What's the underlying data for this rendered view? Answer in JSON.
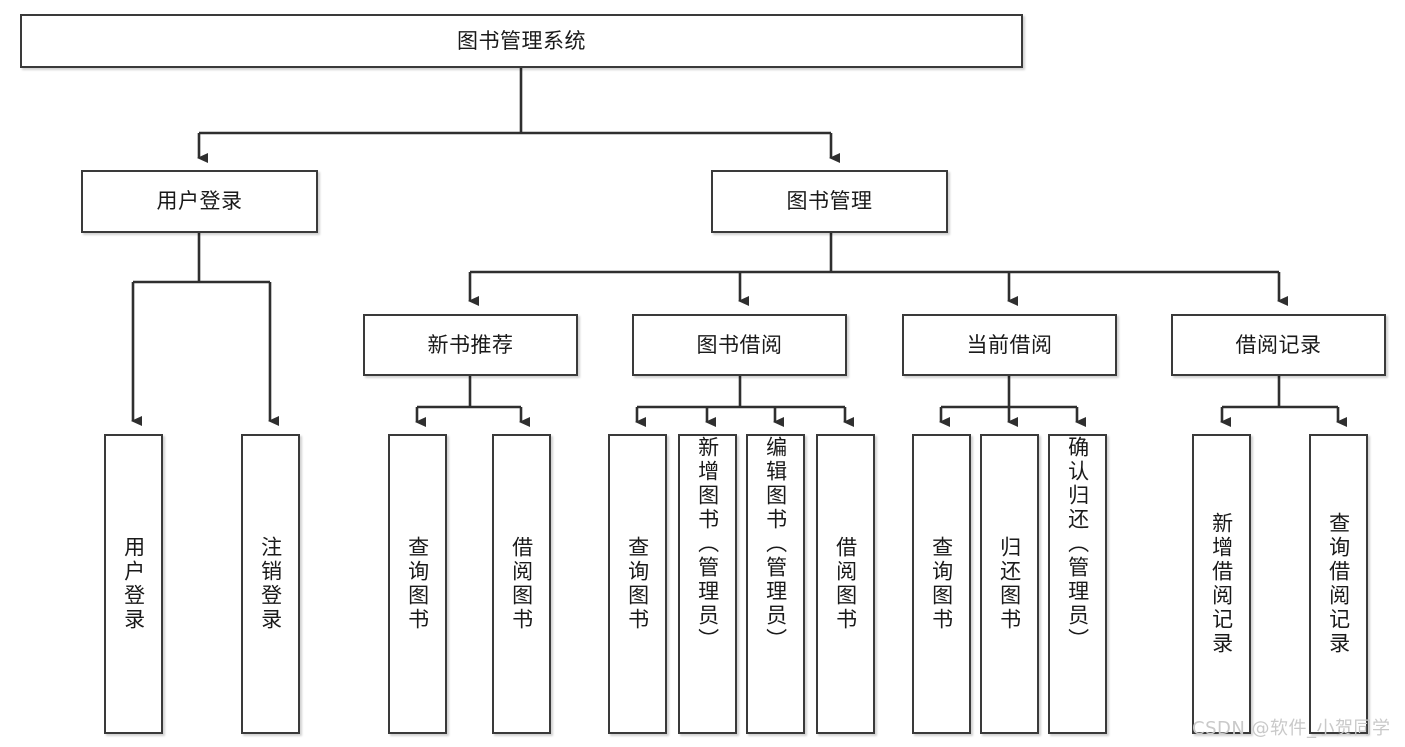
{
  "diagram": {
    "title": "图书管理系统",
    "type": "tree-hierarchy",
    "root": {
      "label": "图书管理系统"
    },
    "level2": [
      {
        "label": "用户登录"
      },
      {
        "label": "图书管理"
      }
    ],
    "level3": [
      {
        "label": "新书推荐"
      },
      {
        "label": "图书借阅"
      },
      {
        "label": "当前借阅"
      },
      {
        "label": "借阅记录"
      }
    ],
    "leaves": {
      "user_login": [
        {
          "label": "用户登录"
        },
        {
          "label": "注销登录"
        }
      ],
      "new_book_recommend": [
        {
          "label": "查询图书"
        },
        {
          "label": "借阅图书"
        }
      ],
      "book_borrow": [
        {
          "label": "查询图书"
        },
        {
          "label": "新增图书（管理员）"
        },
        {
          "label": "编辑图书（管理员）"
        },
        {
          "label": "借阅图书"
        }
      ],
      "current_borrow": [
        {
          "label": "查询图书"
        },
        {
          "label": "归还图书"
        },
        {
          "label": "确认归还（管理员）"
        }
      ],
      "borrow_record": [
        {
          "label": "新增借阅记录"
        },
        {
          "label": "查询借阅记录"
        }
      ]
    }
  },
  "watermark": {
    "text": "CSDN @软件_小贺同学"
  },
  "colors": {
    "border": "#3a3a3a",
    "text": "#1a1a1a",
    "background": "#ffffff",
    "watermark": "#c9c9c9"
  }
}
